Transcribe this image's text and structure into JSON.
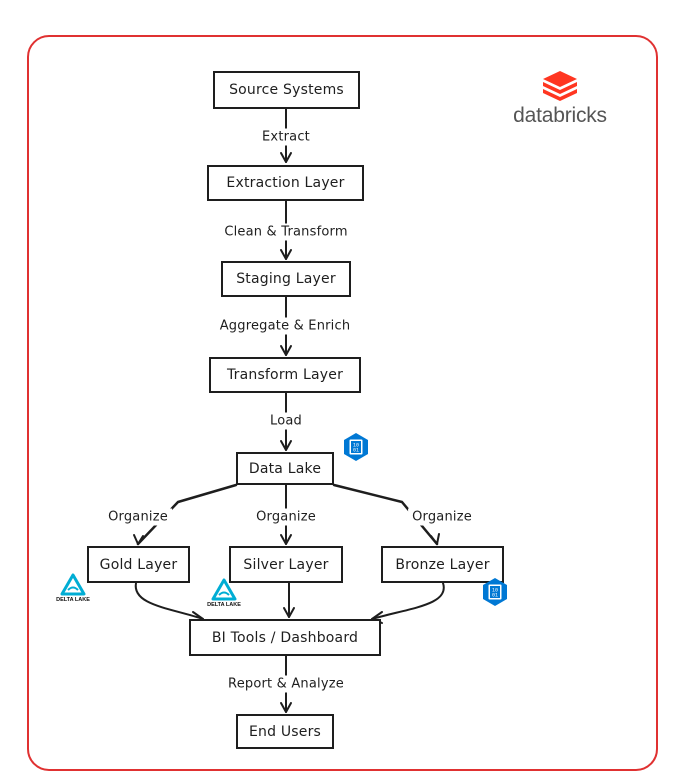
{
  "nodes": {
    "source_systems": "Source Systems",
    "extraction_layer": "Extraction Layer",
    "staging_layer": "Staging Layer",
    "transform_layer": "Transform Layer",
    "data_lake": "Data Lake",
    "gold_layer": "Gold Layer",
    "silver_layer": "Silver Layer",
    "bronze_layer": "Bronze Layer",
    "bi_tools": "BI Tools / Dashboard",
    "end_users": "End Users"
  },
  "edges": {
    "extract": "Extract",
    "clean_transform": "Clean & Transform",
    "aggregate_enrich": "Aggregate & Enrich",
    "load": "Load",
    "organize_gold": "Organize",
    "organize_silver": "Organize",
    "organize_bronze": "Organize",
    "report_analyze": "Report & Analyze"
  },
  "logos": {
    "databricks": "databricks",
    "delta_lake": "DELTA LAKE",
    "azure_storage_text": "10 01"
  },
  "colors": {
    "frame": "#e03131",
    "stroke": "#1e1e1e",
    "databricks_red": "#ff3621",
    "azure_blue": "#0078d4",
    "delta_teal": "#00add4"
  },
  "icons": [
    "databricks-logo-icon",
    "azure-storage-icon",
    "delta-lake-icon"
  ]
}
